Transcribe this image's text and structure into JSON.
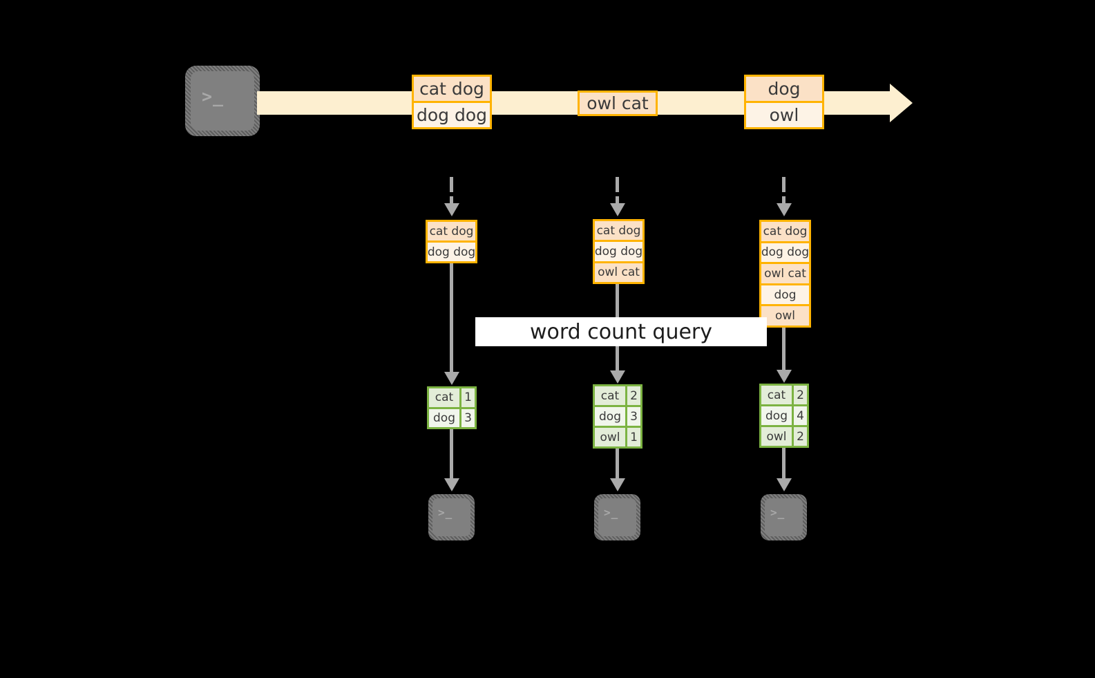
{
  "diagram": {
    "title": "word count query",
    "colors": {
      "background": "#000000",
      "stream_fill": "#FDEFD0",
      "event_border": "#FFB300",
      "event_fill_light": "#FDF3E6",
      "event_fill_shade": "#FBE1C6",
      "result_border": "#7CB342",
      "result_fill_light": "#F1F6EC",
      "result_fill_shade": "#E3EDD8",
      "arrow_gray": "#AAAAAA",
      "terminal_gray": "#808080",
      "label_band": "#FFFFFF"
    },
    "source": {
      "icon": "terminal-icon",
      "glyph": ">_"
    },
    "stream": {
      "icon": "right-arrow-icon",
      "events": [
        {
          "lines": [
            "cat dog",
            "dog dog"
          ]
        },
        {
          "lines": [
            "owl cat"
          ]
        },
        {
          "lines": [
            "dog",
            "owl"
          ]
        }
      ]
    },
    "query_label": "word count query",
    "snapshots": [
      {
        "name": "snapshot-1",
        "input_rows": [
          "cat dog",
          "dog dog"
        ],
        "result_rows": [
          {
            "word": "cat",
            "count": "1"
          },
          {
            "word": "dog",
            "count": "3"
          }
        ],
        "sink": {
          "icon": "terminal-icon",
          "glyph": ">_"
        }
      },
      {
        "name": "snapshot-2",
        "input_rows": [
          "cat dog",
          "dog dog",
          "owl cat"
        ],
        "result_rows": [
          {
            "word": "cat",
            "count": "2"
          },
          {
            "word": "dog",
            "count": "3"
          },
          {
            "word": "owl",
            "count": "1"
          }
        ],
        "sink": {
          "icon": "terminal-icon",
          "glyph": ">_"
        }
      },
      {
        "name": "snapshot-3",
        "input_rows": [
          "cat dog",
          "dog dog",
          "owl cat",
          "dog",
          "owl"
        ],
        "result_rows": [
          {
            "word": "cat",
            "count": "2"
          },
          {
            "word": "dog",
            "count": "4"
          },
          {
            "word": "owl",
            "count": "2"
          }
        ],
        "sink": {
          "icon": "terminal-icon",
          "glyph": ">_"
        }
      }
    ]
  }
}
